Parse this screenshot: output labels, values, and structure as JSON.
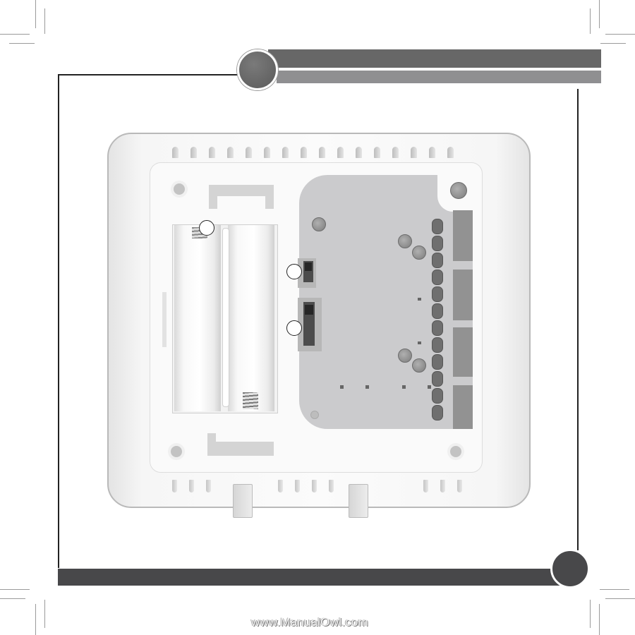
{
  "page": {
    "type": "product manual page",
    "header": {
      "section_badge": "",
      "title_bar_dark_color": "#676767",
      "title_bar_light_color": "#8f8f91"
    },
    "footer": {
      "page_badge": "",
      "bar_color": "#48484a"
    },
    "illustration": {
      "subject": "thermostat base rear view",
      "callouts": [
        {
          "id": 1,
          "label": "",
          "target": "battery-spring-contact"
        },
        {
          "id": 2,
          "label": "",
          "target": "small-slide-switch"
        },
        {
          "id": 3,
          "label": "",
          "target": "large-slide-switch"
        }
      ],
      "battery_cells": 2,
      "terminal_count": 12
    },
    "watermark": "www.ManualOwl.com"
  }
}
